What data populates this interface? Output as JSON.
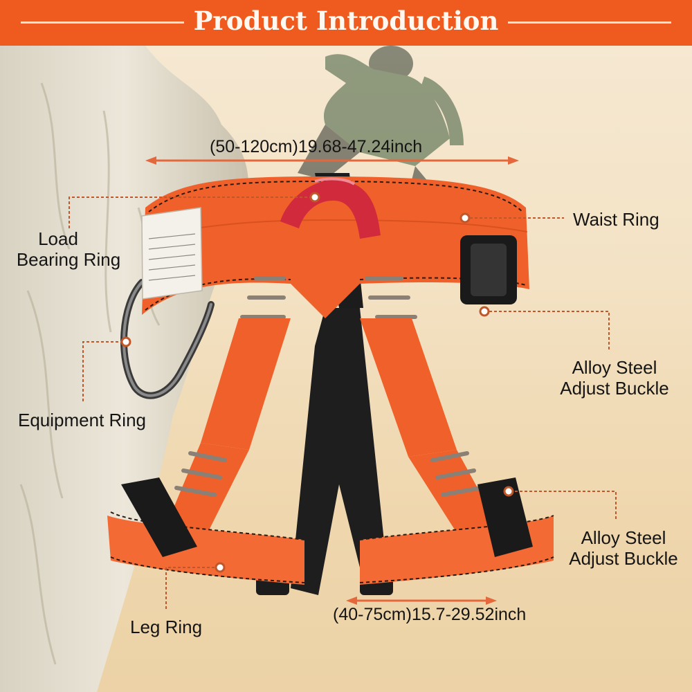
{
  "header": {
    "title": "Product Introduction"
  },
  "dimensions": {
    "waist": "(50-120cm)19.68-47.24inch",
    "leg": "(40-75cm)15.7-29.52inch"
  },
  "callouts": {
    "load_bearing_ring": {
      "line1": "Load",
      "line2": "Bearing Ring"
    },
    "waist_ring": "Waist Ring",
    "equipment_ring": "Equipment Ring",
    "upper_buckle": {
      "line1": "Alloy Steel",
      "line2": "Adjust Buckle"
    },
    "lower_buckle": {
      "line1": "Alloy Steel",
      "line2": "Adjust Buckle"
    },
    "leg_ring": "Leg Ring"
  },
  "colors": {
    "header": "#ef5a1e",
    "webbing": "#f0602a",
    "leader": "#c0572a",
    "arrow": "#e4683c"
  }
}
